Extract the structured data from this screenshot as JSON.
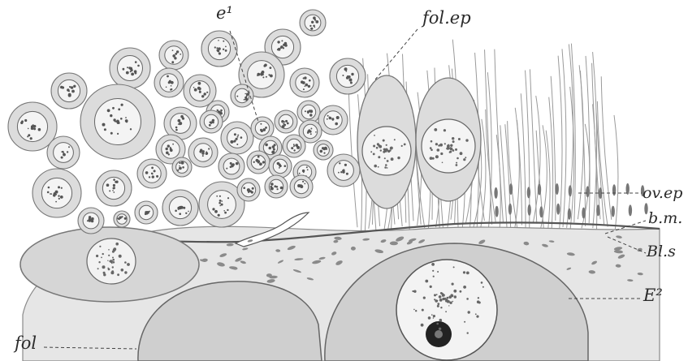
{
  "labels": {
    "e1": "e¹",
    "fol_ep": "fol.ep",
    "ov_ep": "ov.ep",
    "b_m": "b.m.",
    "bl_s": "Bl.s",
    "e2": "E²",
    "fol": "fol"
  },
  "colors": {
    "paper": "#ffffff",
    "ink": "#3a3a3a",
    "cell_fill": "#dcdcdc",
    "cell_ring": "#c4c4c4",
    "nucleus_fill": "#f4f4f4",
    "egg_fill": "#cfcfcf",
    "stroma": "#8a8a8a"
  }
}
